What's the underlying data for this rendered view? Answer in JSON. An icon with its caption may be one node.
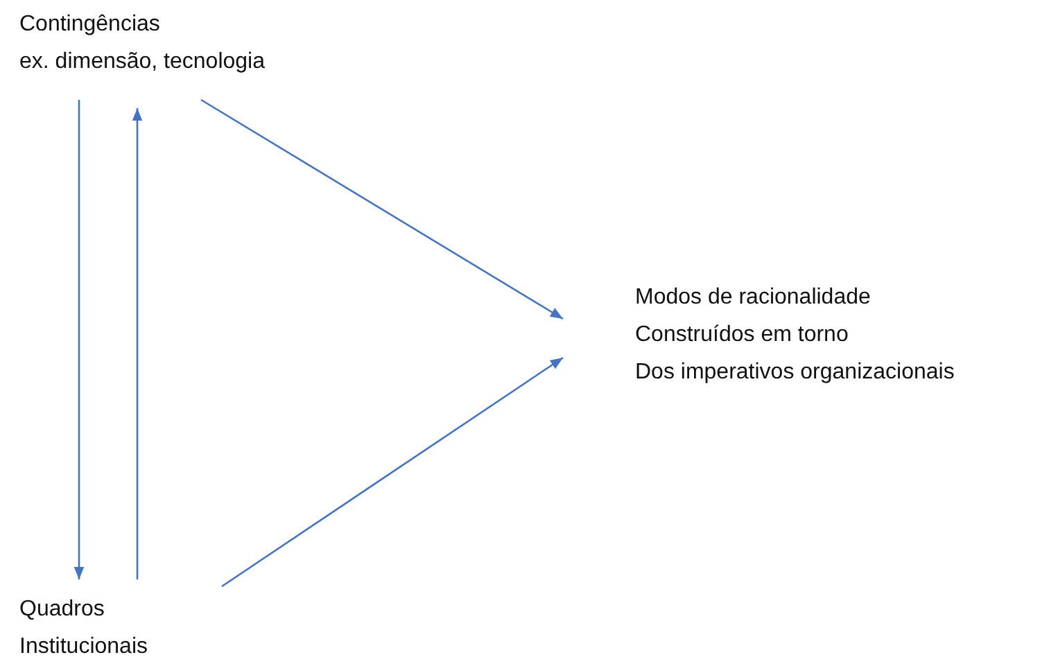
{
  "diagram": {
    "nodes": [
      {
        "text": [
          "Contingências",
          "ex. dimensão, tecnologia"
        ]
      },
      {
        "text": [
          "Quadros Institucionais"
        ]
      },
      {
        "text": [
          "Modos de racionalidade",
          "Construídos em torno",
          "Dos imperativos organizacionais"
        ]
      }
    ],
    "edges": [
      {
        "from": 0,
        "to": 1,
        "arrow": "to"
      },
      {
        "from": 1,
        "to": 0,
        "arrow": "to"
      },
      {
        "from": 0,
        "to": 2,
        "arrow": "to"
      },
      {
        "from": 1,
        "to": 2,
        "arrow": "to"
      }
    ]
  }
}
